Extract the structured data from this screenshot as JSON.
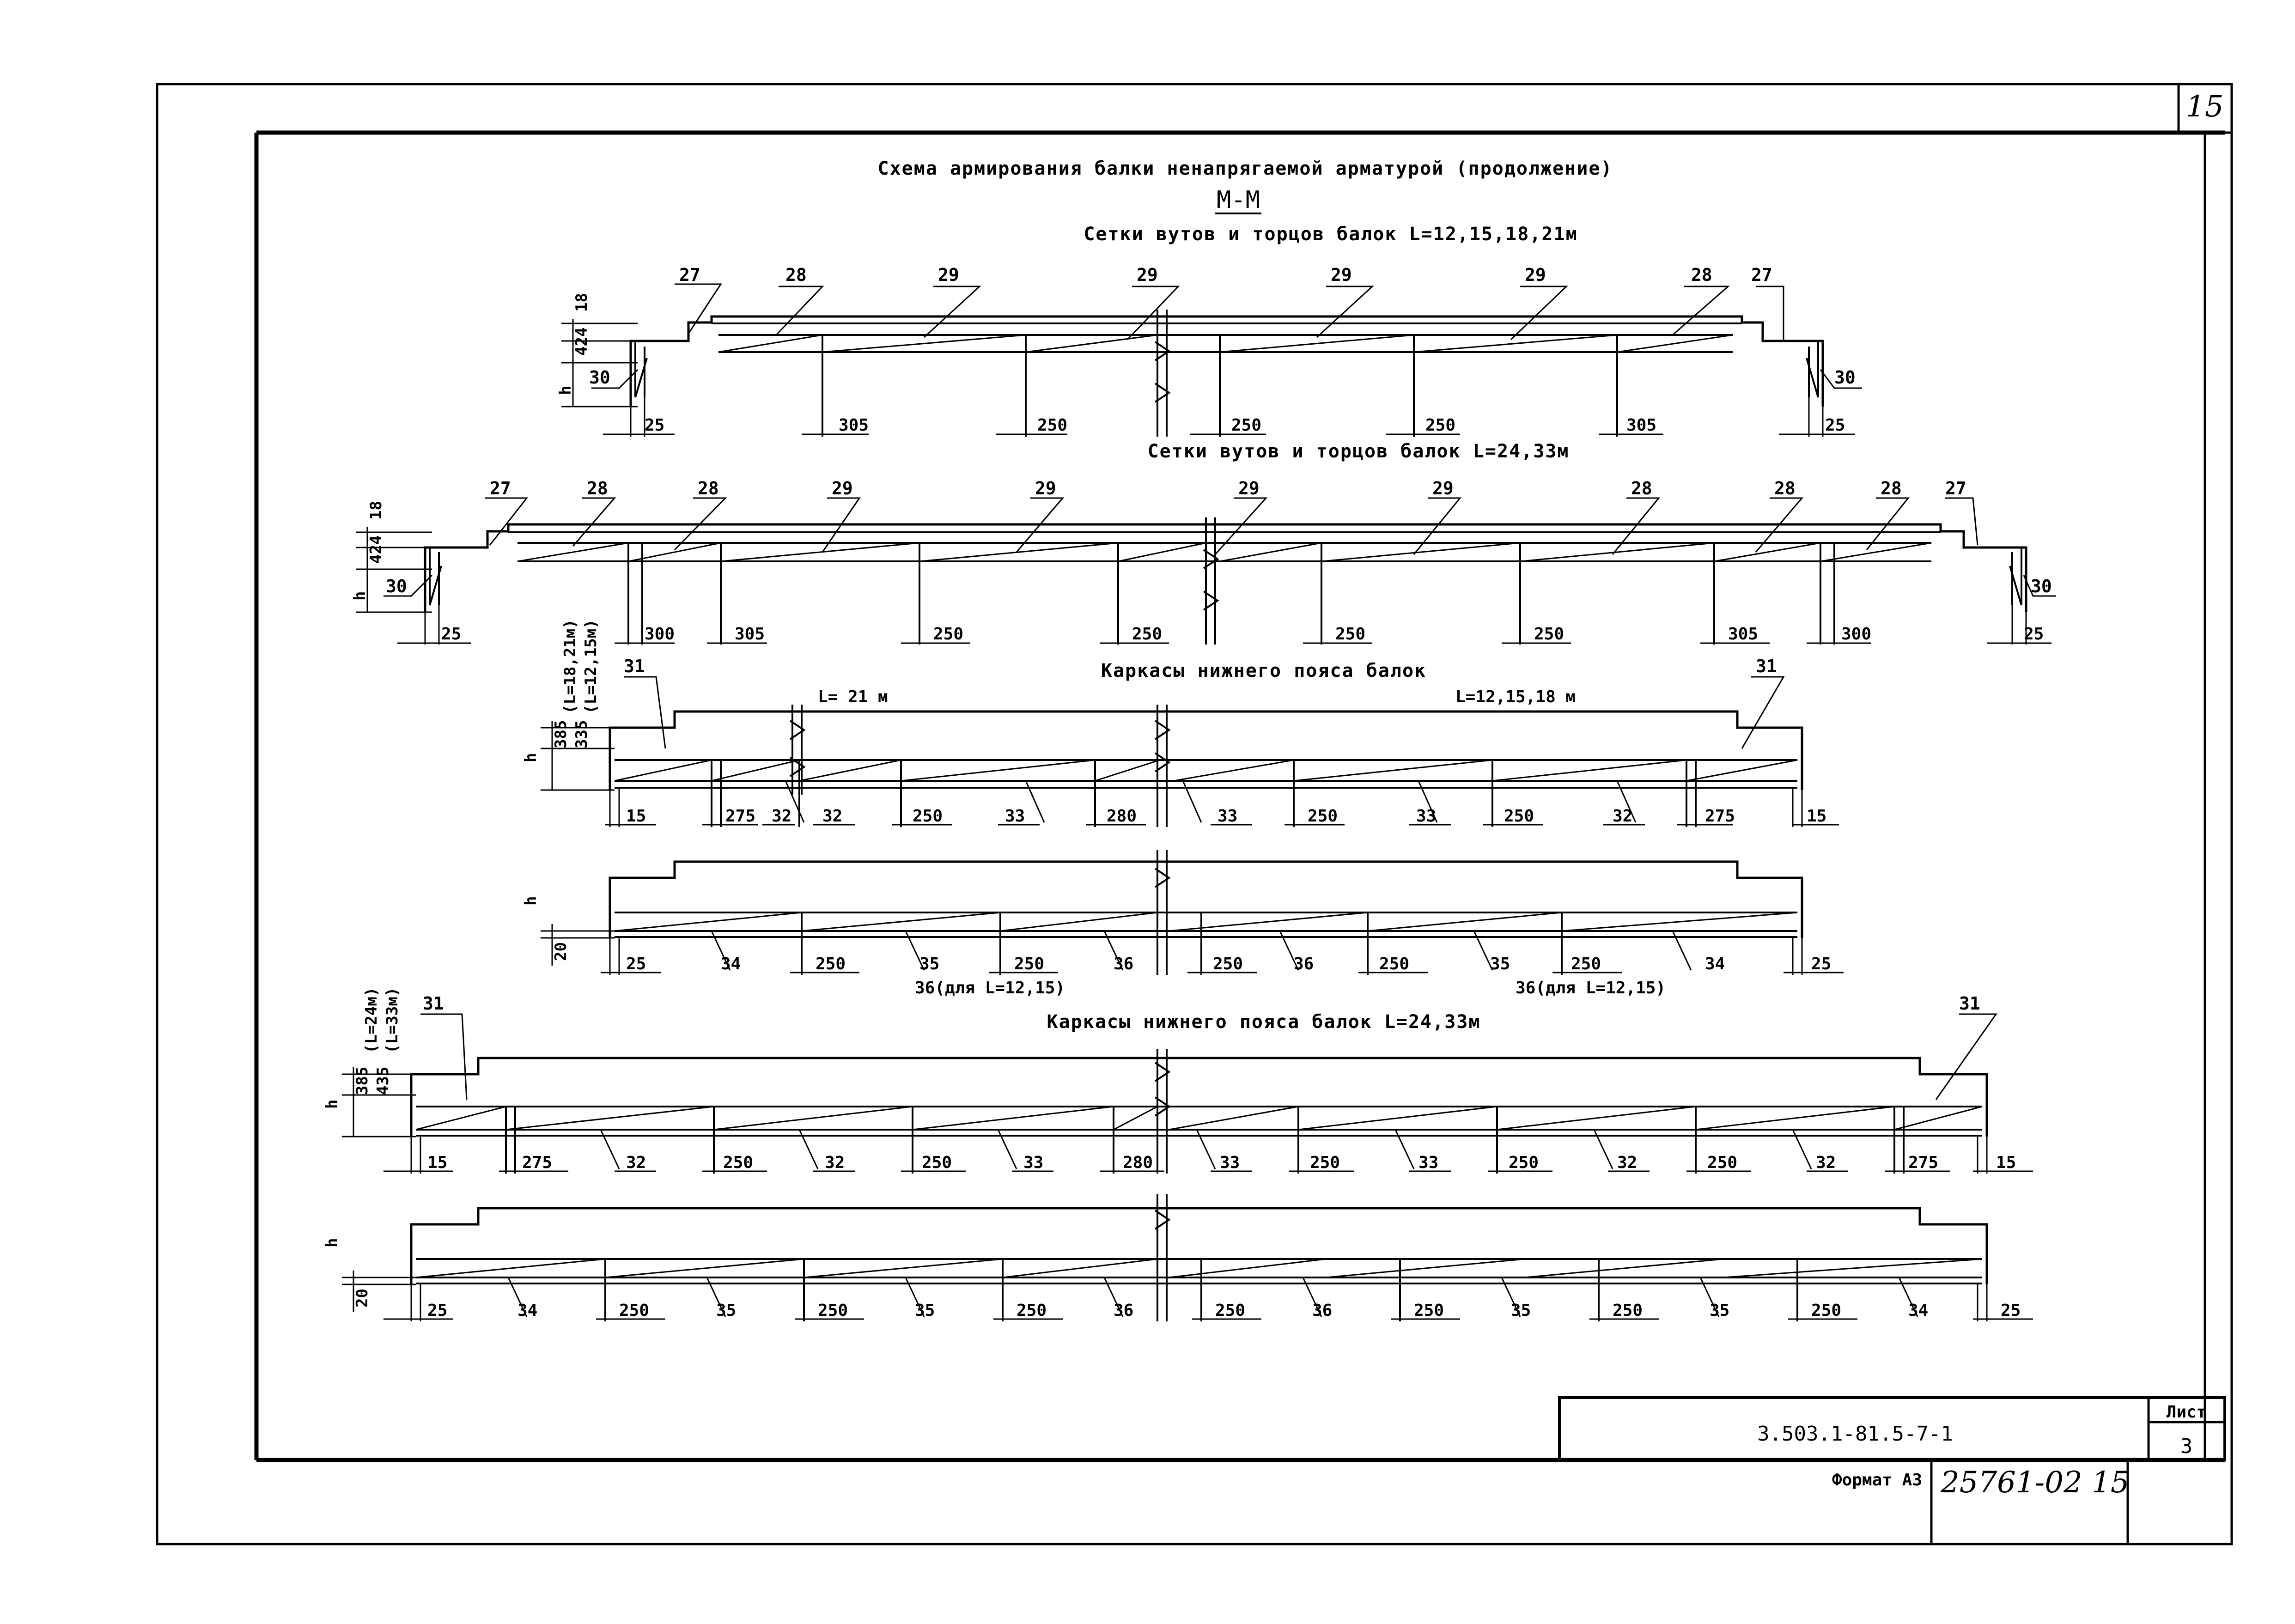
{
  "page_number": "15",
  "title": "Схема армирования балки ненапрягаемой арматурой (продолжение)",
  "section_label": "М-М",
  "subtitles": {
    "meshes_short": "Сетки вутов и торцов балок L=12,15,18,21м",
    "meshes_long": "Сетки вутов и торцов балок L=24,33м",
    "frames_short": "Каркасы нижнего пояса балок",
    "frames_long": "Каркасы нижнего пояса балок L=24,33м"
  },
  "span_notes": {
    "left": "L= 21 м",
    "right": "L=12,15,18 м",
    "d2_left": "36(для L=12,15)",
    "d2_right": "36(для L=12,15)"
  },
  "vertical_labels": {
    "h": "h",
    "v18": "18",
    "v424": "424",
    "v385": "385",
    "v335": "335",
    "v435": "435",
    "v20": "20",
    "l18_21": "(L=18,21м)",
    "l12_15": "(L=12,15м)",
    "l24": "(L=24м)",
    "l33": "(L=33м)"
  },
  "diagram1": {
    "top_labels": [
      "27",
      "28",
      "29",
      "29",
      "29",
      "29",
      "28",
      "27"
    ],
    "side_labels": [
      "30",
      "30"
    ],
    "dims": [
      "25",
      "305",
      "250",
      "250",
      "250",
      "305",
      "25"
    ]
  },
  "diagram2": {
    "top_labels": [
      "27",
      "28",
      "28",
      "29",
      "29",
      "29",
      "29",
      "28",
      "28",
      "28",
      "27"
    ],
    "side_labels": [
      "30",
      "30"
    ],
    "dims": [
      "25",
      "300",
      "305",
      "250",
      "250",
      "250",
      "250",
      "305",
      "300",
      "25"
    ]
  },
  "diagram3": {
    "top_labels": [
      "31",
      "31"
    ],
    "dims": [
      "15",
      "275",
      "32",
      "32",
      "250",
      "33",
      "280",
      "33",
      "250",
      "33",
      "250",
      "32",
      "275",
      "15"
    ]
  },
  "diagram4": {
    "dims": [
      "25",
      "34",
      "250",
      "35",
      "250",
      "36",
      "250",
      "36",
      "250",
      "35",
      "250",
      "34",
      "25"
    ]
  },
  "diagram5": {
    "top_labels": [
      "31",
      "31"
    ],
    "dims": [
      "15",
      "275",
      "32",
      "250",
      "32",
      "250",
      "33",
      "280",
      "33",
      "250",
      "33",
      "250",
      "32",
      "250",
      "32",
      "275",
      "15"
    ]
  },
  "diagram6": {
    "dims": [
      "25",
      "34",
      "250",
      "35",
      "250",
      "35",
      "250",
      "36",
      "250",
      "36",
      "250",
      "35",
      "250",
      "35",
      "250",
      "34",
      "25"
    ]
  },
  "stamp": {
    "designation": "3.503.1-81.5-7-1",
    "sheet_label": "Лист",
    "sheet_number": "3",
    "format": "Формат А3",
    "archive_number": "25761-02  15"
  }
}
